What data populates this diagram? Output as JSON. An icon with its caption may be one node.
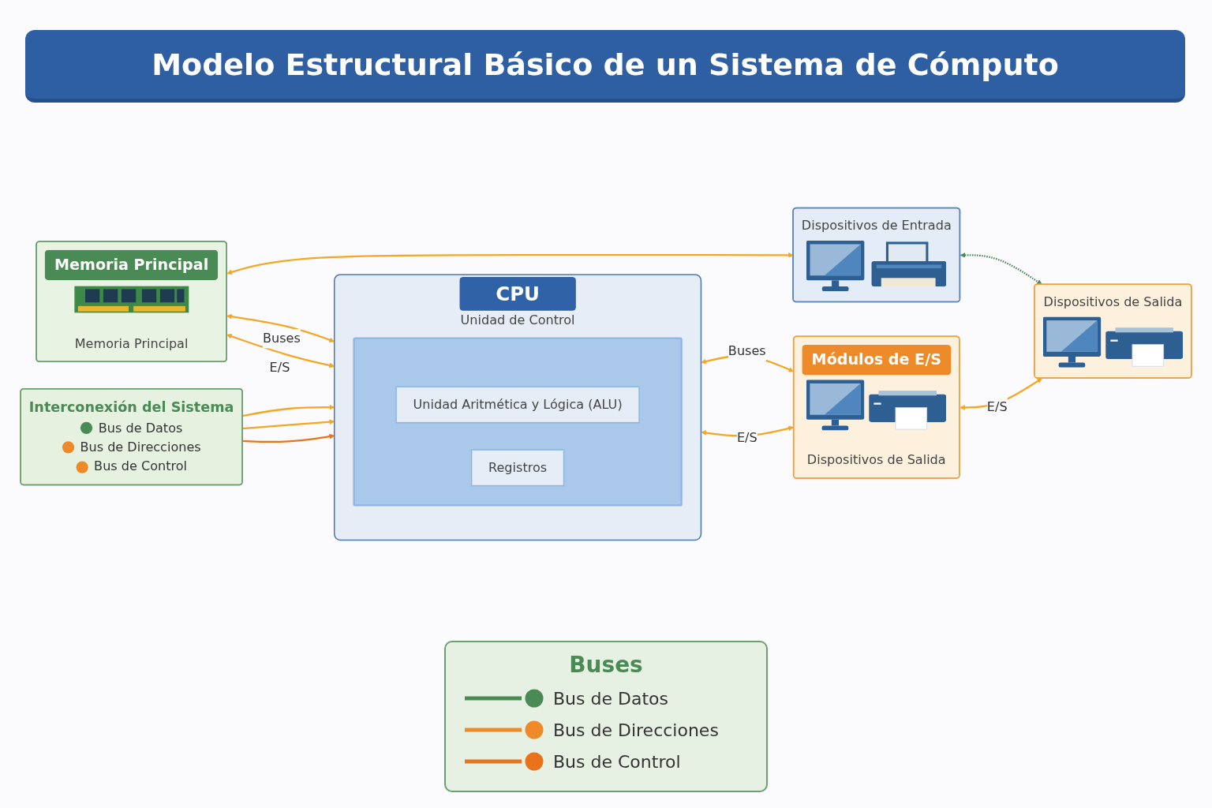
{
  "diagram": {
    "title": "Modelo Estructural Básico de un Sistema de Cómputo",
    "nodes": [
      {
        "text": [
          "Memoria Principal",
          "Memoria Principal"
        ]
      },
      {
        "text": [
          "CPU",
          "Unidad de Control"
        ]
      },
      {
        "text": [],
        "shape": "box",
        "in": 1
      },
      {
        "text": [
          "Unidad Aritmética y Lógica (ALU)"
        ],
        "in": 2
      },
      {
        "text": [
          "Registros"
        ],
        "in": 2
      },
      {
        "text": [
          "Módulos de E/S",
          "Dispositivos de Salida"
        ]
      },
      {
        "text": [
          "Dispositivos de Entrada"
        ]
      },
      {
        "text": [
          "Interconexión del Sistema",
          "Bus de Datos",
          "Bus de Direcciones",
          "Bus de Control"
        ]
      },
      {
        "text": [
          "Dispositivos de Salida"
        ]
      }
    ],
    "edges": [
      {
        "from": 0,
        "to": 1,
        "arrow": "both",
        "label": "Buses"
      },
      {
        "from": 0,
        "to": 1,
        "arrow": "both",
        "label": "E/S"
      },
      {
        "from": 1,
        "to": 5,
        "arrow": "both",
        "label": "Buses"
      },
      {
        "from": 1,
        "to": 5,
        "arrow": "both",
        "label": "E/S"
      },
      {
        "from": 0,
        "to": 6,
        "arrow": "both"
      },
      {
        "from": 5,
        "to": 8,
        "arrow": "both",
        "label": "E/S"
      },
      {
        "from": 7,
        "to": 1,
        "arrow": "to"
      },
      {
        "from": 7,
        "to": 1,
        "arrow": "to"
      },
      {
        "from": 7,
        "to": 1,
        "arrow": "to",
        "color": "#e8731a"
      },
      {
        "from": 6,
        "to": 8,
        "arrow": "both",
        "style": "dashed",
        "color": "#4a8a55"
      }
    ],
    "labels": [
      "Buses"
    ],
    "legend": [
      {
        "text": "Bus de Datos",
        "color": "#4a8a55"
      },
      {
        "text": "Bus de Direcciones",
        "color": "#ee8a2a"
      },
      {
        "text": "Bus de Control",
        "color": "#e8731a"
      }
    ]
  }
}
